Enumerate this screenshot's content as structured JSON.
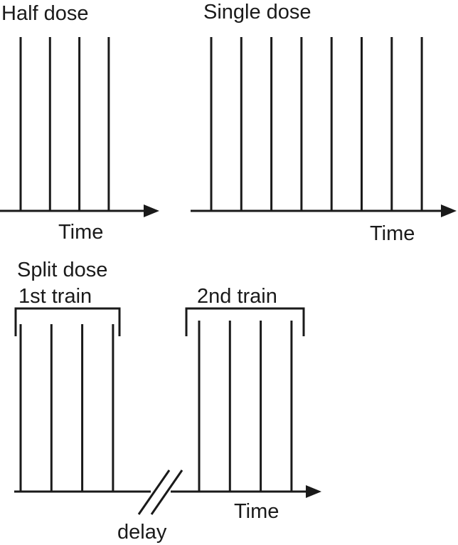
{
  "colors": {
    "ink": "#1a1a1a",
    "background": "#ffffff"
  },
  "panels": {
    "half": {
      "title": "Half dose",
      "axis_label": "Time",
      "pulses": 4
    },
    "single": {
      "title": "Single dose",
      "axis_label": "Time",
      "pulses": 8
    },
    "split": {
      "title": "Split dose",
      "first_train": {
        "label": "1st train",
        "pulses": 4
      },
      "second_train": {
        "label": "2nd train",
        "pulses": 4
      },
      "axis_label": "Time",
      "break_label": "delay"
    }
  }
}
